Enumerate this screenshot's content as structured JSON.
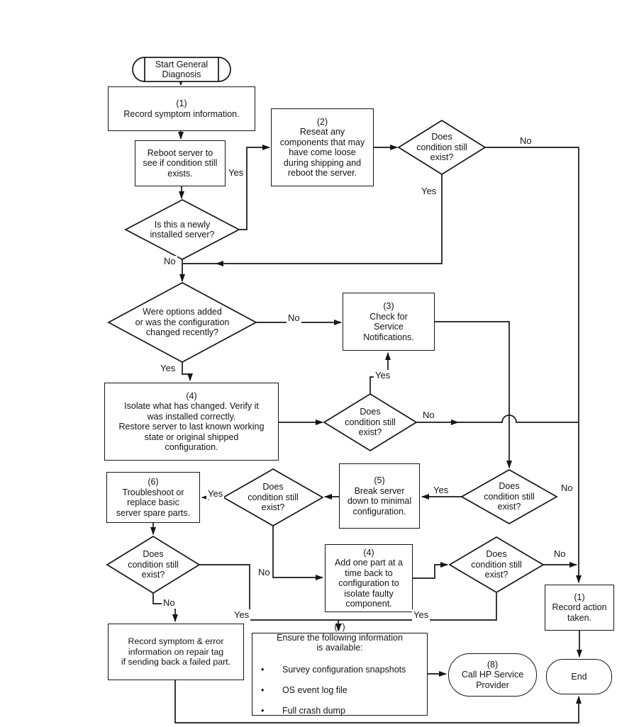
{
  "diagram": {
    "background": "#ffffff",
    "ink": "#151515",
    "nodes": {
      "start": {
        "label": "Start General\nDiagnosis"
      },
      "record_symptom": {
        "num": "(1)",
        "label": "Record symptom information."
      },
      "reboot": {
        "label": "Reboot server to\nsee if condition still\nexists."
      },
      "newly_installed": {
        "label": "Is this a newly\ninstalled server?"
      },
      "reseat": {
        "num": "(2)",
        "label": "Reseat any\ncomponents that may\nhave come loose\nduring shipping and\nreboot the server."
      },
      "cond1": {
        "label": "Does\ncondition still\nexist?"
      },
      "options_changed": {
        "label": "Were options added\nor was the configuration\nchanged recently?"
      },
      "service_notifications": {
        "num": "(3)",
        "label": "Check for\nService\nNotifications."
      },
      "isolate_changed": {
        "num": "(4)",
        "label": "Isolate what has changed. Verify it\nwas installed correctly.\nRestore server to last known working\nstate or original shipped\nconfiguration."
      },
      "cond2": {
        "label": "Does\ncondition still\nexist?"
      },
      "troubleshoot": {
        "num": "(6)",
        "label": "Troubleshoot or\nreplace basic\nserver spare parts."
      },
      "break_server": {
        "num": "(5)",
        "label": "Break server\ndown to minimal\nconfiguration."
      },
      "cond3": {
        "label": "Does\ncondition still\nexist?"
      },
      "cond4": {
        "label": "Does\ncondition still\nexist?"
      },
      "cond5": {
        "label": "Does\ncondition still\nexist?"
      },
      "add_one_part": {
        "num": "(4)",
        "label": "Add one part at a\ntime back to\nconfiguration to\nisolate faulty\ncomponent."
      },
      "cond6": {
        "label": "Does\ncondition still\nexist?"
      },
      "record_action": {
        "num": "(1)",
        "label": "Record action\ntaken."
      },
      "record_repair_tag": {
        "label": "Record symptom & error\ninformation on repair tag\nif sending back a failed part."
      },
      "ensure_info": {
        "num": "(7)",
        "label": "Ensure the following information\nis available:",
        "bullets": [
          "Survey configuration snapshots",
          "OS event log file",
          "Full crash dump"
        ]
      },
      "call_hp": {
        "num": "(8)",
        "label": "Call HP Service\nProvider"
      },
      "end": {
        "label": "End"
      }
    },
    "edge_labels": {
      "newly_yes": "Yes",
      "newly_no": "No",
      "cond1_no": "No",
      "cond1_yes": "Yes",
      "options_no": "No",
      "options_yes": "Yes",
      "cond2_yes": "Yes",
      "cond2_no": "No",
      "cond3_yes": "Yes",
      "cond3_no": "No",
      "cond4_yes": "Yes",
      "cond4_no": "No",
      "cond5_no": "No",
      "cond5_yes": "Yes",
      "cond6_yes": "Yes",
      "cond6_no": "No"
    }
  }
}
